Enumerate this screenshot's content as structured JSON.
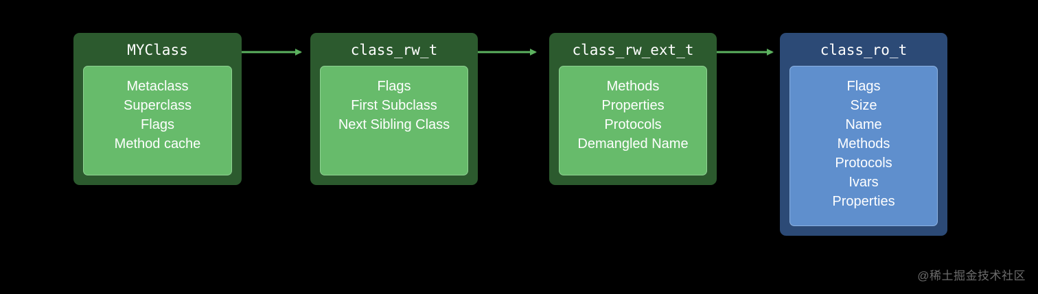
{
  "colors": {
    "background": "#000000",
    "green_outer": "#2c5a2e",
    "green_inner": "#67bb6b",
    "blue_outer": "#2c4a76",
    "blue_inner": "#5f8fcd",
    "arrow": "#5cb25f"
  },
  "nodes": [
    {
      "title": "MYClass",
      "fields": [
        "Metaclass",
        "Superclass",
        "Flags",
        "Method cache"
      ]
    },
    {
      "title": "class_rw_t",
      "fields": [
        "Flags",
        "First Subclass",
        "Next Sibling Class"
      ]
    },
    {
      "title": "class_rw_ext_t",
      "fields": [
        "Methods",
        "Properties",
        "Protocols",
        "Demangled Name"
      ]
    },
    {
      "title": "class_ro_t",
      "fields": [
        "Flags",
        "Size",
        "Name",
        "Methods",
        "Protocols",
        "Ivars",
        "Properties"
      ]
    }
  ],
  "edges": [
    {
      "from": "MYClass",
      "to": "class_rw_t"
    },
    {
      "from": "class_rw_t",
      "to": "class_rw_ext_t"
    },
    {
      "from": "class_rw_ext_t",
      "to": "class_ro_t"
    }
  ],
  "watermark": "@稀土掘金技术社区"
}
